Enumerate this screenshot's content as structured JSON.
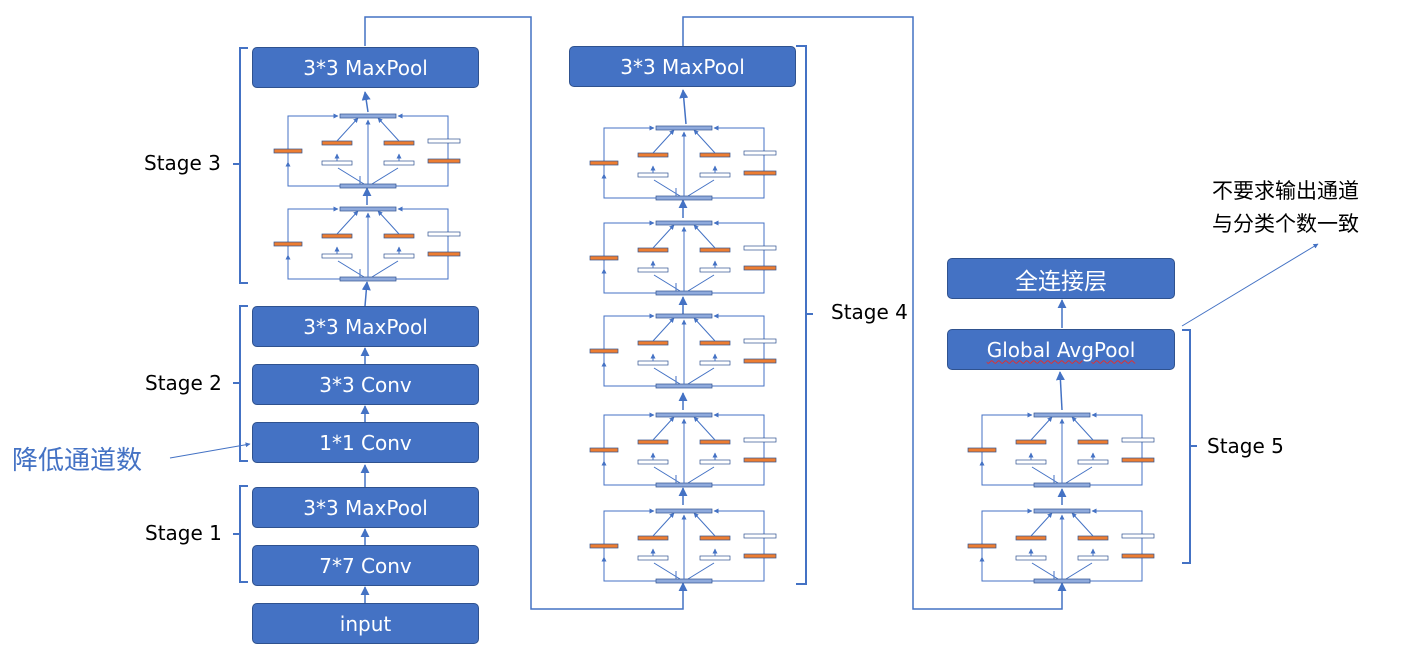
{
  "stage1": {
    "label": "Stage 1",
    "input": "input",
    "conv": "7*7 Conv",
    "pool": "3*3 MaxPool"
  },
  "stage2": {
    "label": "Stage 2",
    "conv1": "1*1 Conv",
    "conv3": "3*3 Conv",
    "pool": "3*3 MaxPool"
  },
  "stage3": {
    "label": "Stage 3",
    "pool": "3*3 MaxPool",
    "inception_blocks": 2
  },
  "stage4": {
    "label": "Stage 4",
    "pool": "3*3 MaxPool",
    "inception_blocks": 5
  },
  "stage5": {
    "label": "Stage 5",
    "avgpool": "Global AvgPool",
    "fc": "全连接层",
    "inception_blocks": 2
  },
  "annotations": {
    "reduce_channels": "降低通道数",
    "output_note_line1": "不要求输出通道",
    "output_note_line2": "与分类个数一致"
  },
  "colors": {
    "box": "#4472c4",
    "box_border": "#2f528f",
    "line": "#4472c4",
    "orange_bar": "#ed7d31",
    "blue_bar": "#8faadc",
    "white_bar": "#ffffff"
  }
}
